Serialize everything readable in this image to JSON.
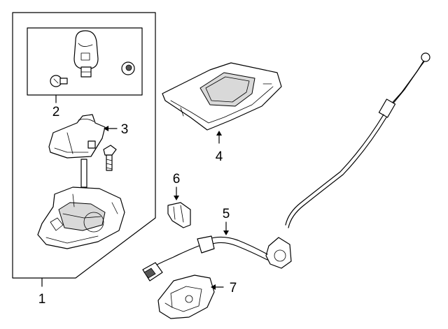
{
  "diagram": {
    "callouts": [
      {
        "id": "1",
        "text": "1"
      },
      {
        "id": "2",
        "text": "2"
      },
      {
        "id": "3",
        "text": "3"
      },
      {
        "id": "4",
        "text": "4"
      },
      {
        "id": "5",
        "text": "5"
      },
      {
        "id": "6",
        "text": "6"
      },
      {
        "id": "7",
        "text": "7"
      }
    ],
    "colors": {
      "line": "#000000",
      "background": "#ffffff",
      "shade": "#d9d9d9"
    }
  }
}
